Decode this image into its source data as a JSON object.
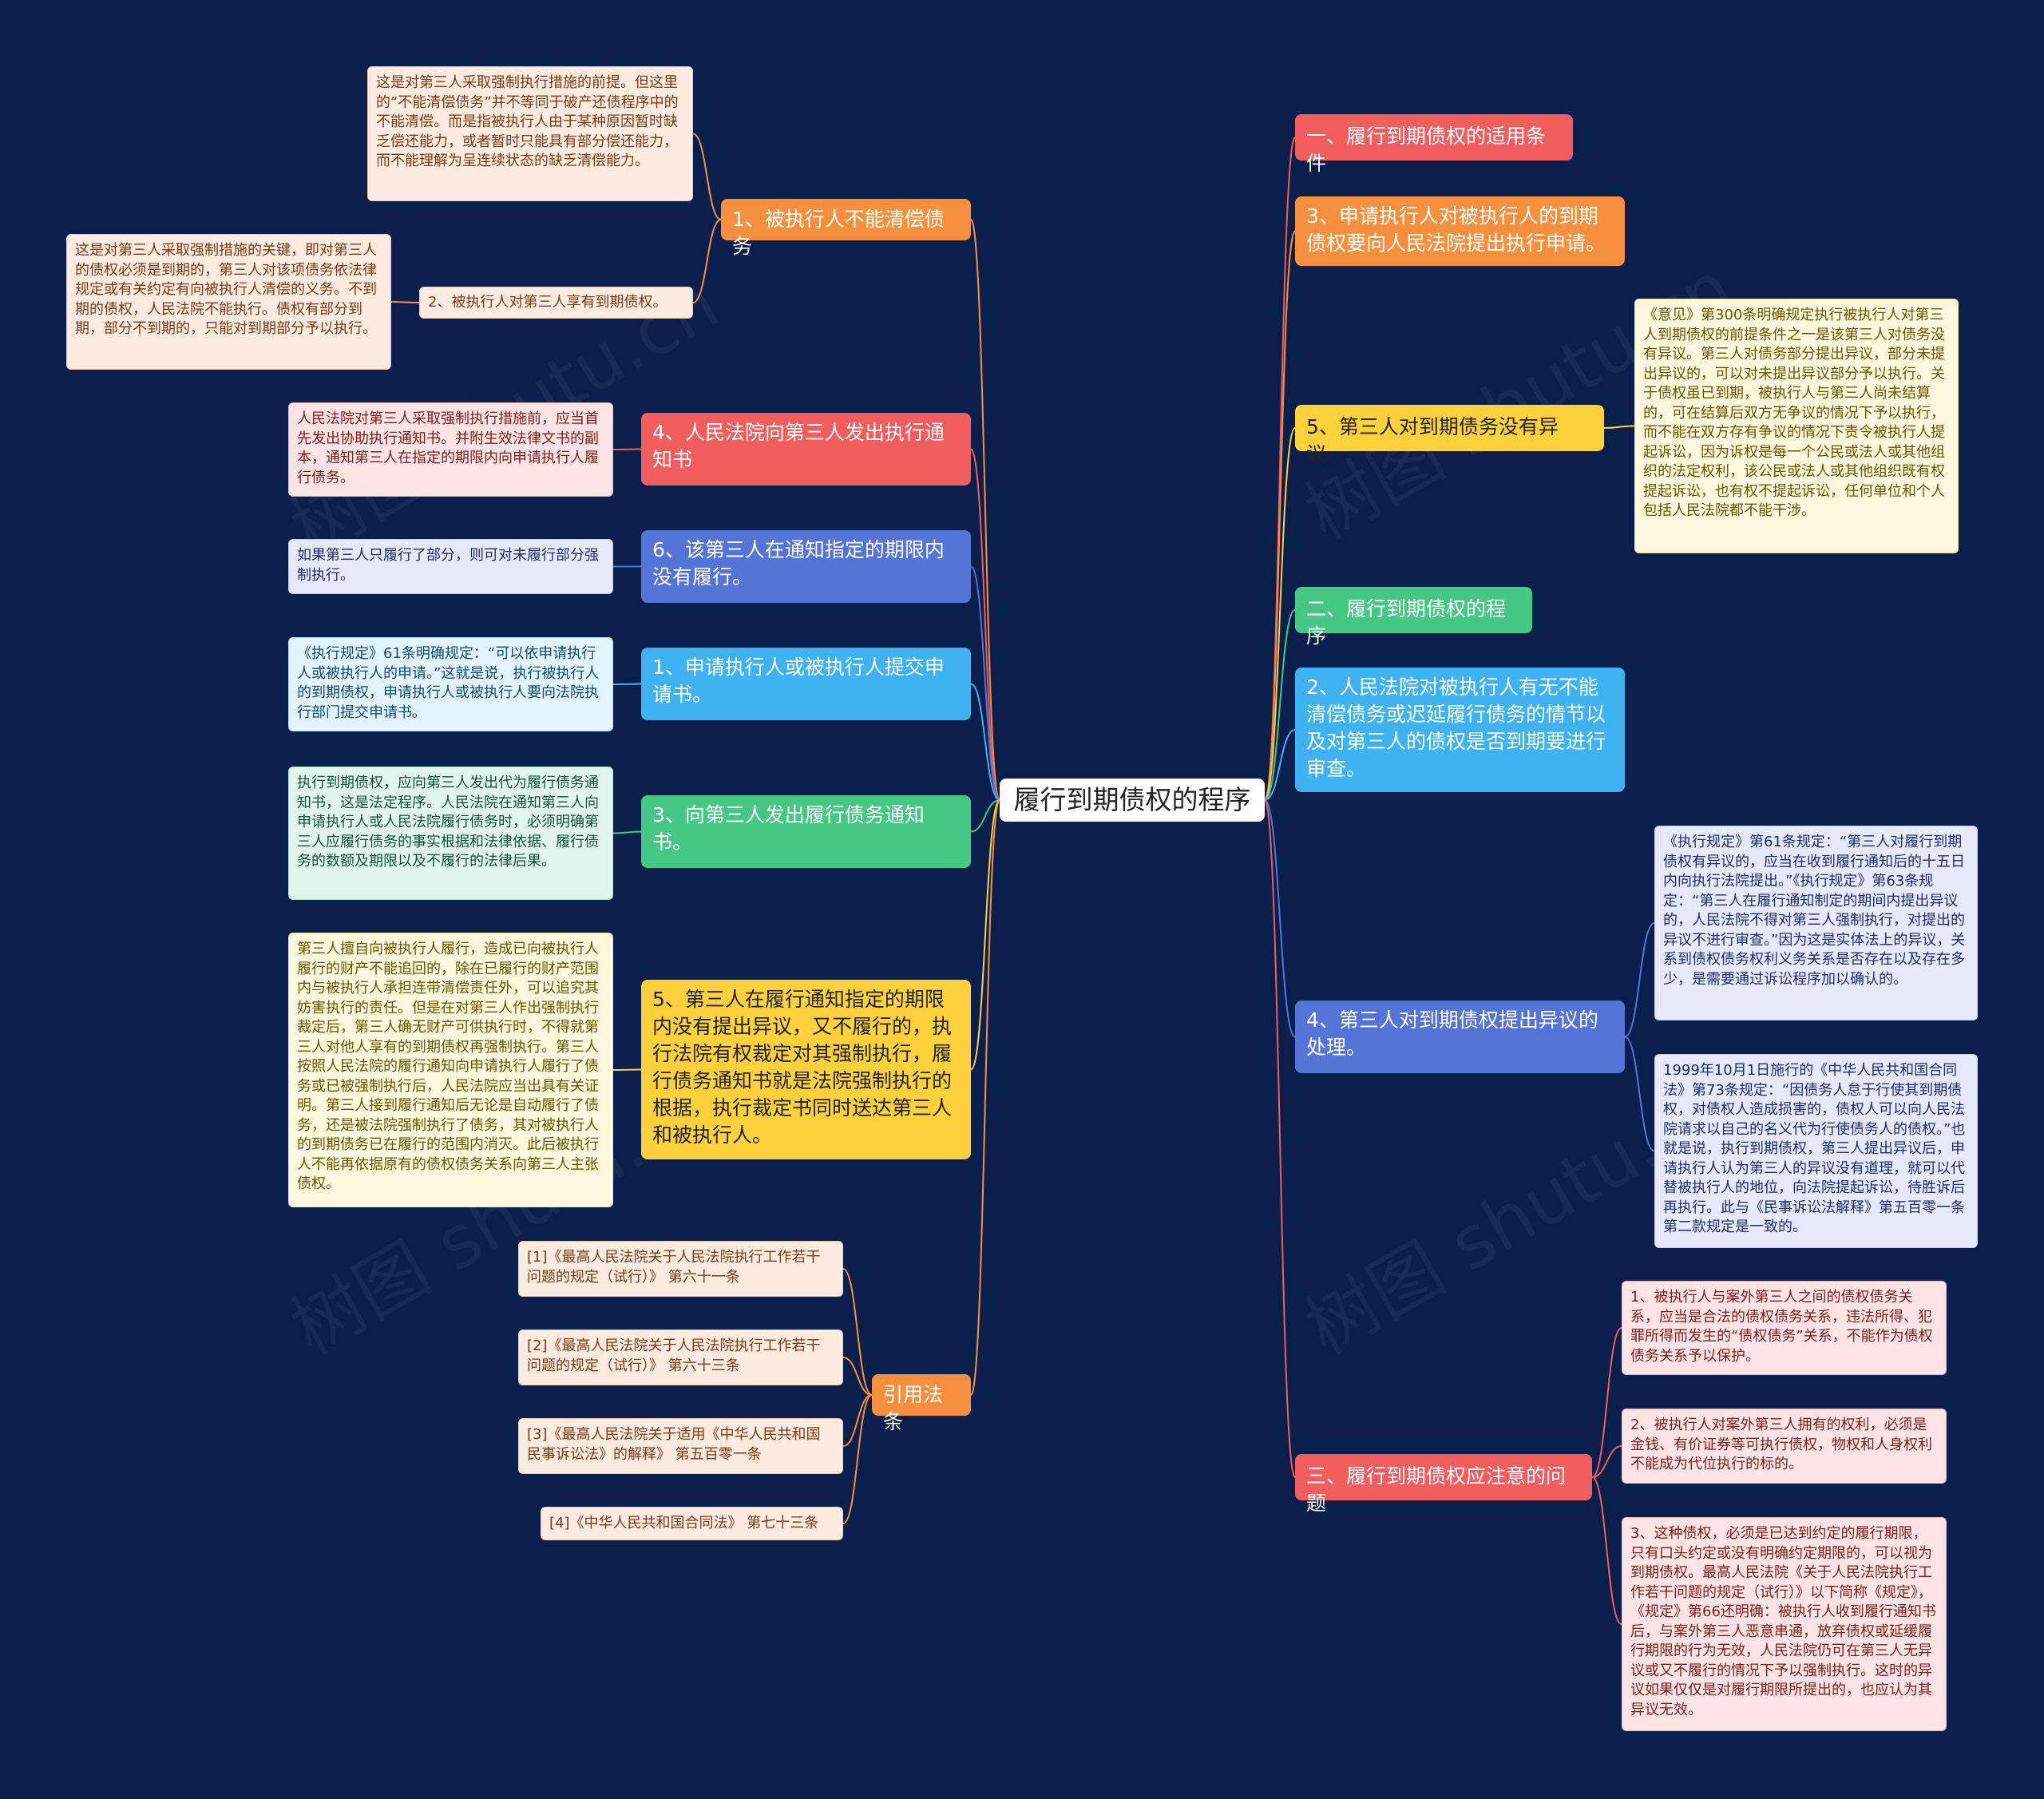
{
  "colors": {
    "background": "#0b1f4d",
    "orange": "#f7903e",
    "red": "#f25d5d",
    "blue": "#5474d8",
    "sky": "#3fb3f1",
    "green": "#45c883",
    "yellow": "#fdd13c"
  },
  "watermark": "树图 shutu.cn",
  "root": "履行到期债权的程序",
  "left": {
    "b1": {
      "label": "1、被执行人不能清偿债务",
      "leaf1": "这是对第三人采取强制执行措施的前提。但这里的“不能清偿债务”并不等同于破产还债程序中的不能清偿。而是指被执行人由于某种原因暂时缺乏偿还能力，或者暂时只能具有部分偿还能力，而不能理解为呈连续状态的缺乏清偿能力。",
      "sub": "2、被执行人对第三人享有到期债权。",
      "subleaf": "这是对第三人采取强制措施的关键，即对第三人的债权必须是到期的，第三人对该项债务依法律规定或有关约定有向被执行人清偿的义务。不到期的债权，人民法院不能执行。债权有部分到期，部分不到期的，只能对到期部分予以执行。"
    },
    "b4": {
      "label": "4、人民法院向第三人发出执行通知书",
      "leaf": "人民法院对第三人采取强制执行措施前，应当首先发出协助执行通知书。并附生效法律文书的副本，通知第三人在指定的期限内向申请执行人履行债务。"
    },
    "b6": {
      "label": "6、该第三人在通知指定的期限内没有履行。",
      "leaf": "如果第三人只履行了部分，则可对未履行部分强制执行。"
    },
    "b1b": {
      "label": "1、申请执行人或被执行人提交申请书。",
      "leaf": "《执行规定》61条明确规定：“可以依申请执行人或被执行人的申请。”这就是说，执行被执行人的到期债权，申请执行人或被执行人要向法院执行部门提交申请书。"
    },
    "b3": {
      "label": "3、向第三人发出履行债务通知书。",
      "leaf": "执行到期债权，应向第三人发出代为履行债务通知书，这是法定程序。人民法院在通知第三人向申请执行人或人民法院履行债务时，必须明确第三人应履行债务的事实根据和法律依据、履行债务的数额及期限以及不履行的法律后果。"
    },
    "b5": {
      "label": "5、第三人在履行通知指定的期限内没有提出异议，又不履行的，执行法院有权裁定对其强制执行，履行债务通知书就是法院强制执行的根据，执行裁定书同时送达第三人和被执行人。",
      "leaf": "第三人擅自向被执行人履行，造成已向被执行人履行的财产不能追回的，除在已履行的财产范围内与被执行人承担连带清偿责任外，可以追究其妨害执行的责任。但是在对第三人作出强制执行裁定后，第三人确无财产可供执行时，不得就第三人对他人享有的到期债权再强制执行。第三人按照人民法院的履行通知向申请执行人履行了债务或已被强制执行后，人民法院应当出具有关证明。第三人接到履行通知后无论是自动履行了债务，还是被法院强制执行了债务，其对被执行人的到期债务已在履行的范围内消灭。此后被执行人不能再依据原有的债权债务关系向第三人主张债权。"
    },
    "refs": {
      "label": "引用法条",
      "items": [
        "[1]《最高人民法院关于人民法院执行工作若干问题的规定（试行）》 第六十一条",
        "[2]《最高人民法院关于人民法院执行工作若干问题的规定（试行）》 第六十三条",
        "[3]《最高人民法院关于适用《中华人民共和国民事诉讼法》的解释》 第五百零一条",
        "[4]《中华人民共和国合同法》 第七十三条"
      ]
    }
  },
  "right": {
    "r1": {
      "label": "一、履行到期债权的适用条件"
    },
    "r2": {
      "label": "3、申请执行人对被执行人的到期债权要向人民法院提出执行申请。"
    },
    "r3": {
      "label": "5、第三人对到期债务没有异议。",
      "leaf": "《意见》第300条明确规定执行被执行人对第三人到期债权的前提条件之一是该第三人对债务没有异议。第三人对债务部分提出异议，部分未提出异议的，可以对未提出异议部分予以执行。关于债权虽已到期，被执行人与第三人尚未结算的，可在结算后双方无争议的情况下予以执行，而不能在双方存有争议的情况下责令被执行人提起诉讼，因为诉权是每一个公民或法人或其他组织的法定权利，该公民或法人或其他组织既有权提起诉讼，也有权不提起诉讼，任何单位和个人包括人民法院都不能干涉。"
    },
    "r4": {
      "label": "二、履行到期债权的程序"
    },
    "r5": {
      "label": "2、人民法院对被执行人有无不能清偿债务或迟延履行债务的情节以及对第三人的债权是否到期要进行审查。"
    },
    "r6": {
      "label": "4、第三人对到期债权提出异议的处理。",
      "leaf1": "《执行规定》第61条规定：“第三人对履行到期债权有异议的，应当在收到履行通知后的十五日内向执行法院提出。”《执行规定》第63条规定：“第三人在履行通知制定的期间内提出异议的，人民法院不得对第三人强制执行，对提出的异议不进行审查。”因为这是实体法上的异议，关系到债权债务权利义务关系是否存在以及存在多少，是需要通过诉讼程序加以确认的。",
      "leaf2": "1999年10月1日施行的《中华人民共和国合同法》第73条规定：“因债务人怠于行使其到期债权，对债权人造成损害的，债权人可以向人民法院请求以自己的名义代为行使债务人的债权。”也就是说，执行到期债权，第三人提出异议后，申请执行人认为第三人的异议没有道理，就可以代替被执行人的地位，向法院提起诉讼，待胜诉后再执行。此与《民事诉讼法解释》第五百零一条第二款规定是一致的。"
    },
    "r7": {
      "label": "三、履行到期债权应注意的问题",
      "leaf1": "1、被执行人与案外第三人之间的债权债务关系，应当是合法的债权债务关系，违法所得、犯罪所得而发生的“债权债务”关系，不能作为债权债务关系予以保护。",
      "leaf2": "2、被执行人对案外第三人拥有的权利，必须是金钱、有价证券等可执行债权，物权和人身权利不能成为代位执行的标的。",
      "leaf3": "3、这种债权，必须是已达到约定的履行期限，只有口头约定或没有明确约定期限的，可以视为到期债权。最高人民法院《关于人民法院执行工作若干问题的规定（试行）》以下简称《规定》，《规定》第66还明确：被执行人收到履行通知书后，与案外第三人恶意串通，放弃债权或延缓履行期限的行为无效，人民法院仍可在第三人无异议或又不履行的情况下予以强制执行。这时的异议如果仅仅是对履行期限所提出的，也应认为其异议无效。"
    }
  }
}
